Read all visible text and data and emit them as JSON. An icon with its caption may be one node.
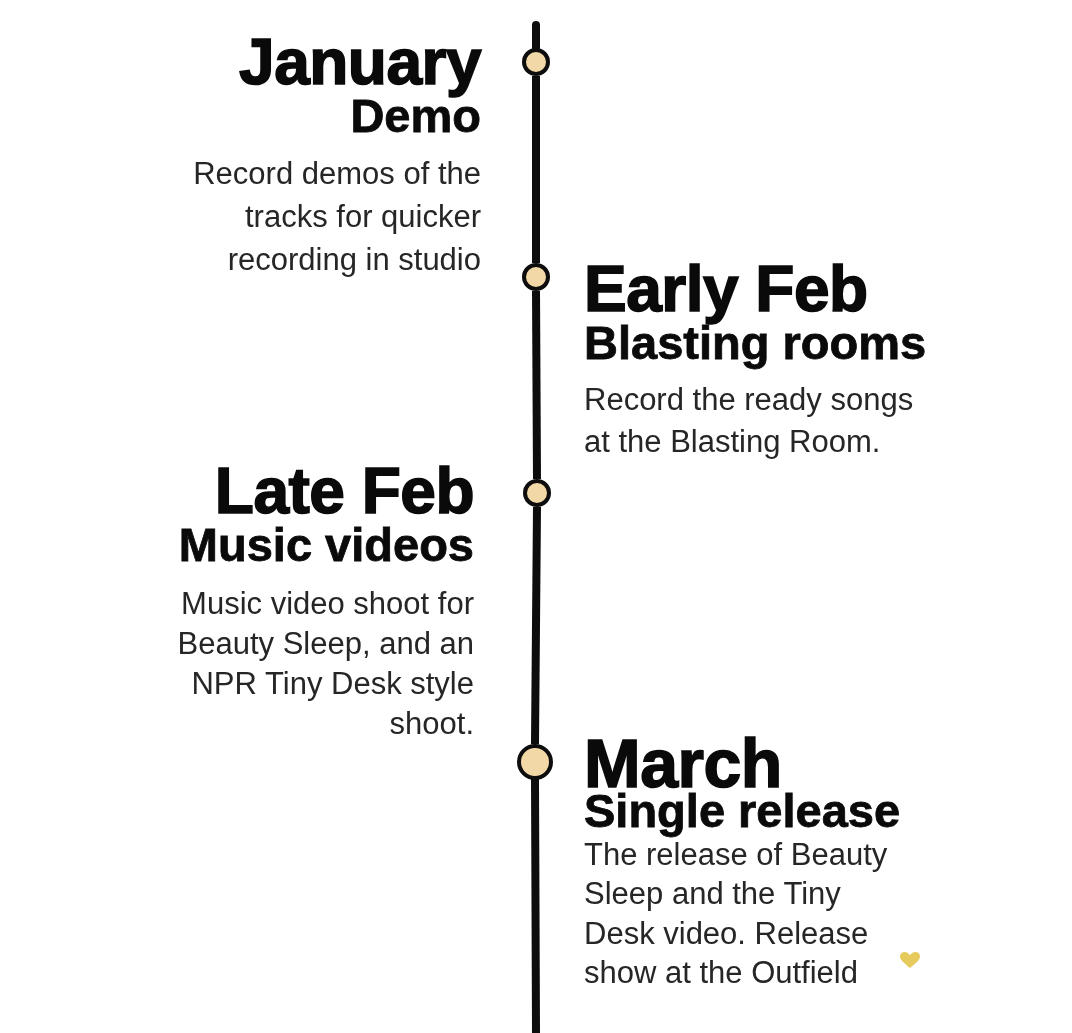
{
  "diagram": {
    "nodes": [
      {
        "text": [],
        "shape": "circle",
        "beside": [
          "January",
          "Demo",
          "Record demos of the tracks for quicker recording in studio"
        ]
      },
      {
        "text": [],
        "shape": "circle",
        "beside": [
          "Early Feb",
          "Blasting rooms",
          "Record the ready songs at the Blasting Room."
        ]
      },
      {
        "text": [],
        "shape": "circle",
        "beside": [
          "Late Feb",
          "Music videos",
          "Music video shoot for Beauty Sleep, and an NPR Tiny Desk style shoot."
        ]
      },
      {
        "text": [],
        "shape": "circle",
        "beside": [
          "March",
          "Single release",
          "The release of Beauty Sleep and the Tiny Desk video. Release show at the Outfield"
        ]
      }
    ],
    "edges": [
      {
        "from": null,
        "to": 0,
        "arrow": "none"
      },
      {
        "from": 0,
        "to": 1,
        "arrow": "none"
      },
      {
        "from": 1,
        "to": 2,
        "arrow": "none"
      },
      {
        "from": 2,
        "to": 3,
        "arrow": "none"
      },
      {
        "from": 3,
        "to": null,
        "arrow": "none"
      }
    ]
  }
}
